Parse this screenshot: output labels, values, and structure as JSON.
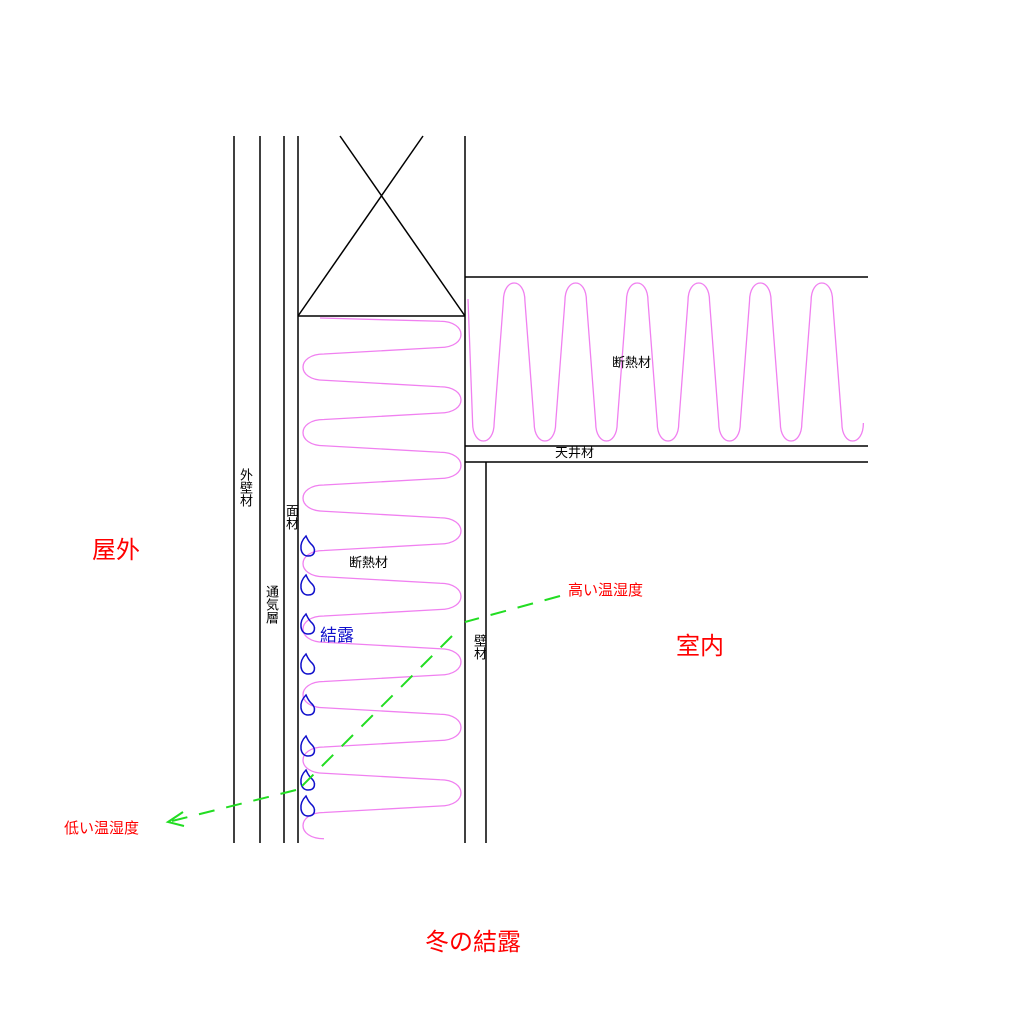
{
  "labels": {
    "outdoor": "屋外",
    "indoor": "室内",
    "title": "冬の結露",
    "high_temp_humidity": "高い温湿度",
    "low_temp_humidity": "低い温湿度",
    "condensation": "結露",
    "wall_insulation": "断熱材",
    "ceiling_insulation": "断熱材",
    "ceiling_board": "天井材",
    "exterior_wall": "外壁材",
    "ventilation_layer": "通気層",
    "face_material": "面材",
    "wall_board": "壁材"
  },
  "colors": {
    "label_red": "#ff0000",
    "insulation_pink": "#f080f0",
    "condensation_blue": "#1010cc",
    "arrow_green": "#22dd22",
    "line_black": "#000000"
  }
}
